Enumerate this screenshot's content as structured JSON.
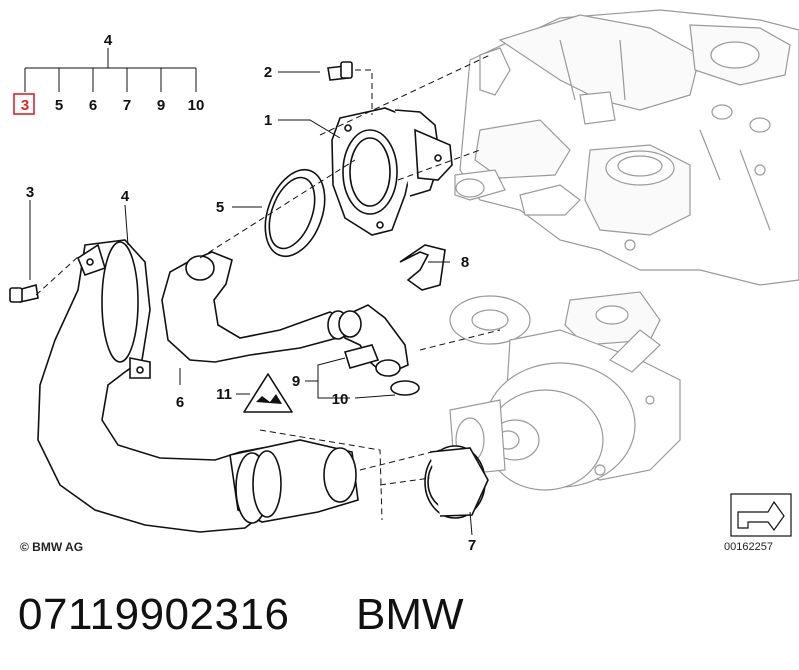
{
  "legend": {
    "parent": "4",
    "children": [
      "3",
      "5",
      "6",
      "7",
      "9",
      "10"
    ],
    "highlighted": "3",
    "highlight_color": "#d9262b"
  },
  "callouts": {
    "c1": "1",
    "c2": "2",
    "c3": "3",
    "c4": "4",
    "c5": "5",
    "c6": "6",
    "c7": "7",
    "c8": "8",
    "c9": "9",
    "c10": "10",
    "c11": "11"
  },
  "copyright": "© BMW AG",
  "reference_code": "00162257",
  "part_number": "07119902316",
  "brand": "BMW"
}
